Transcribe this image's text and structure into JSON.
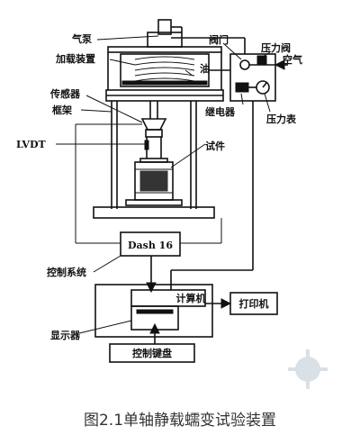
{
  "labels": {
    "air_pump": "气泵",
    "loading_device": "加载装置",
    "oil": "油",
    "valve": "阀门",
    "pressure_valve": "压力阀",
    "air": "空气",
    "sensor": "传感器",
    "frame": "框架",
    "relay": "继电器",
    "pressure_gauge": "压力表",
    "lvdt": "LVDT",
    "specimen": "试件",
    "control_system": "控制系统",
    "display": "显示器"
  },
  "boxes": {
    "dash16": "Dash 16",
    "computer": "计算机",
    "printer": "打印机",
    "keyboard": "控制键盘"
  },
  "caption": "图2.1单轴静载蠕变试验装置"
}
